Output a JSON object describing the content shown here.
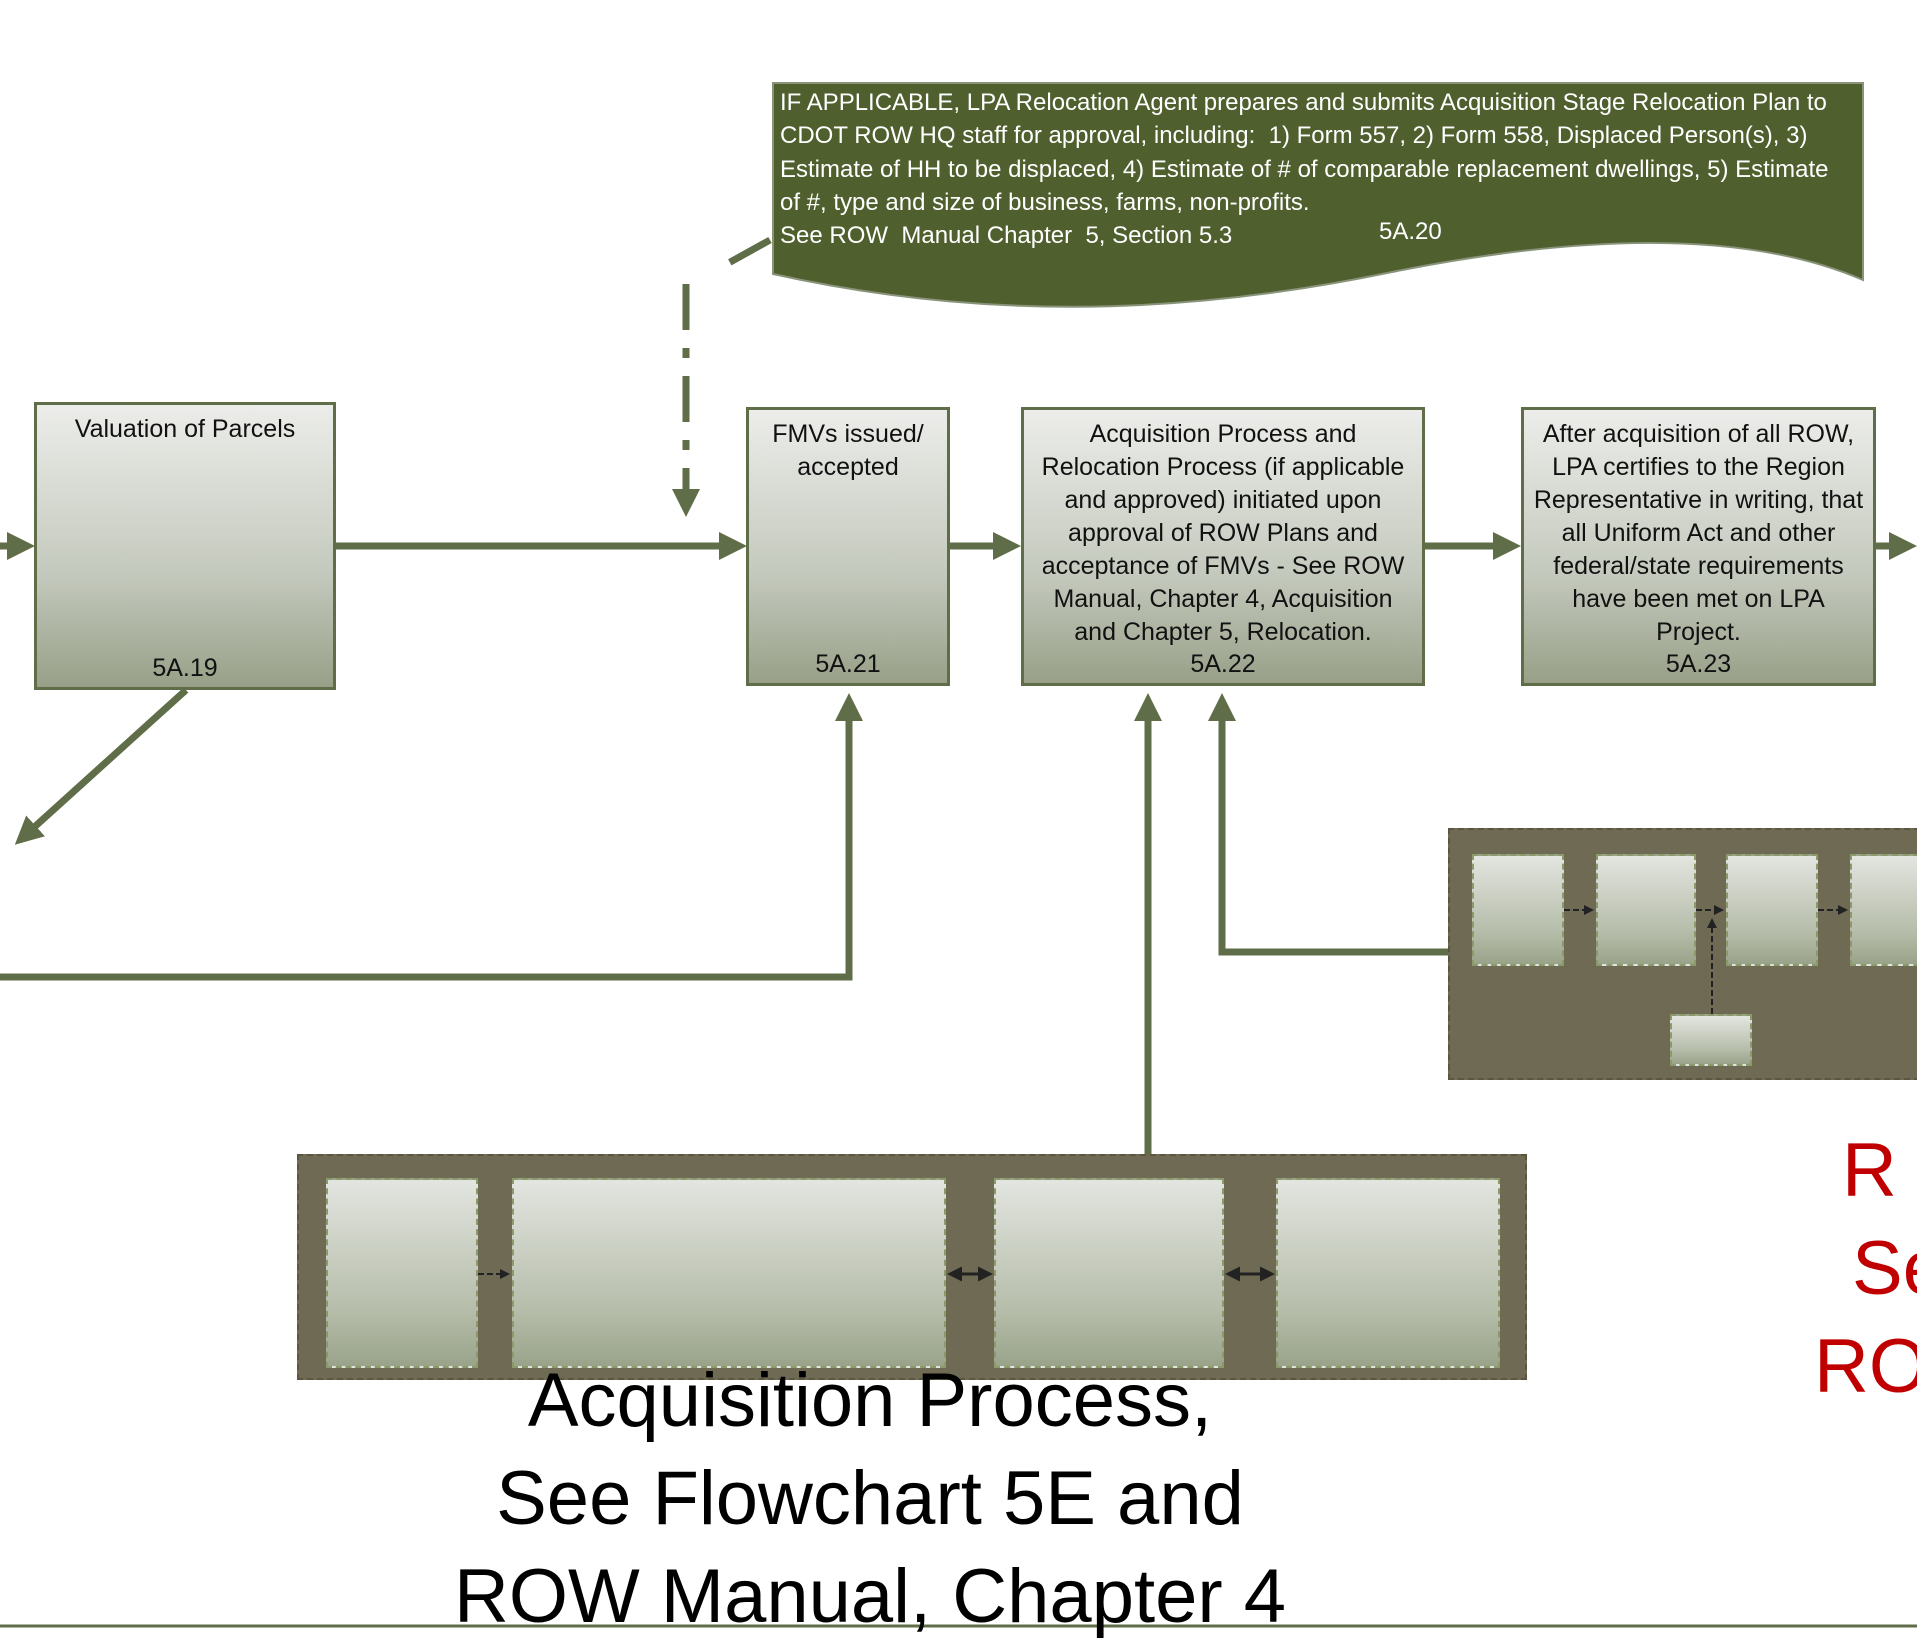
{
  "note": {
    "text": "IF APPLICABLE, LPA Relocation Agent prepares and submits Acquisition Stage Relocation Plan to CDOT ROW HQ staff for approval, including:  1) Form 557, 2) Form 558, Displaced Person(s), 3) Estimate of HH to be displaced, 4) Estimate of # of comparable replacement dwellings, 5) Estimate of #, type and size of business, farms, non-profits.\nSee ROW  Manual Chapter  5, Section 5.3",
    "code": "5A.20"
  },
  "steps": [
    {
      "text": "Valuation of Parcels",
      "code": "5A.19"
    },
    {
      "text": "FMVs issued/ accepted",
      "code": "5A.21"
    },
    {
      "text": "Acquisition Process and Relocation Process (if applicable and approved) initiated upon approval of ROW Plans  and acceptance of FMVs  - See ROW Manual, Chapter 4, Acquisition and  Chapter 5, Relocation.",
      "code": "5A.22"
    },
    {
      "text": "After acquisition of all ROW, LPA certifies to the Region Representative in writing, that all Uniform Act and other federal/state requirements have been met on LPA Project.",
      "code": "5A.23"
    }
  ],
  "acquisition_caption": [
    "Acquisition Process,",
    "See Flowchart 5E and",
    "ROW Manual, Chapter 4"
  ],
  "relocation_caption_partial": [
    "R",
    "Se",
    "RO"
  ],
  "colors": {
    "line": "#5f6e48",
    "note_fill": "#4f5f2e",
    "group_fill": "#6f6a54",
    "caption_red": "#c00000"
  }
}
